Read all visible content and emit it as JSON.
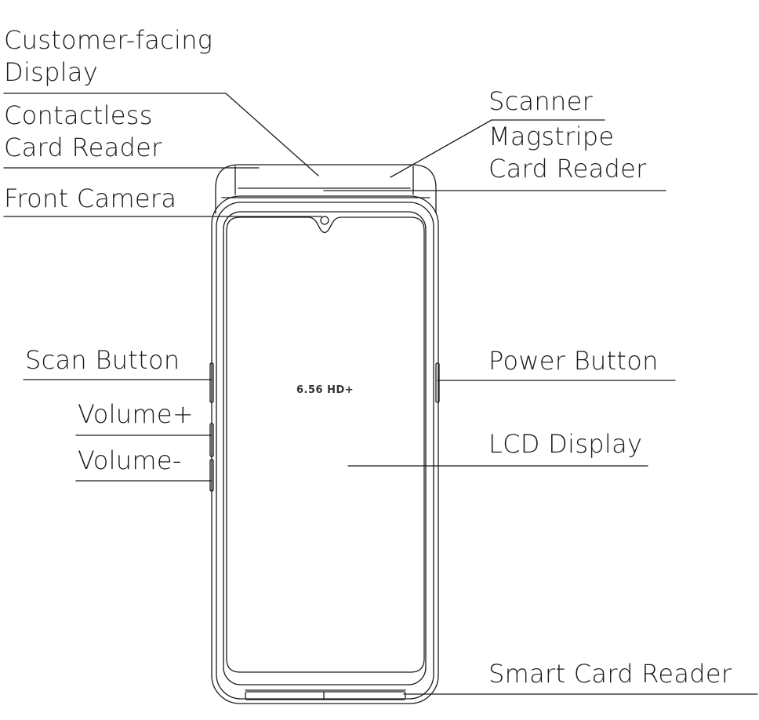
{
  "colors": {
    "line": "#1a1a1a",
    "text": "#1a1a1a",
    "background": "#ffffff"
  },
  "labels": {
    "customer_display_l1": "Customer-facing",
    "customer_display_l2": "Display",
    "contactless_l1": "Contactless",
    "contactless_l2": "Card Reader",
    "front_camera": "Front Camera",
    "scanner": "Scanner",
    "magstripe_l1": "Magstripe",
    "magstripe_l2": "Card Reader",
    "scan_button": "Scan Button",
    "volume_plus": "Volume+",
    "volume_minus": "Volume-",
    "power_button": "Power Button",
    "lcd_display": "LCD Display",
    "smart_card_reader": "Smart Card Reader"
  },
  "screen": {
    "spec_text": "6.56  HD+"
  }
}
